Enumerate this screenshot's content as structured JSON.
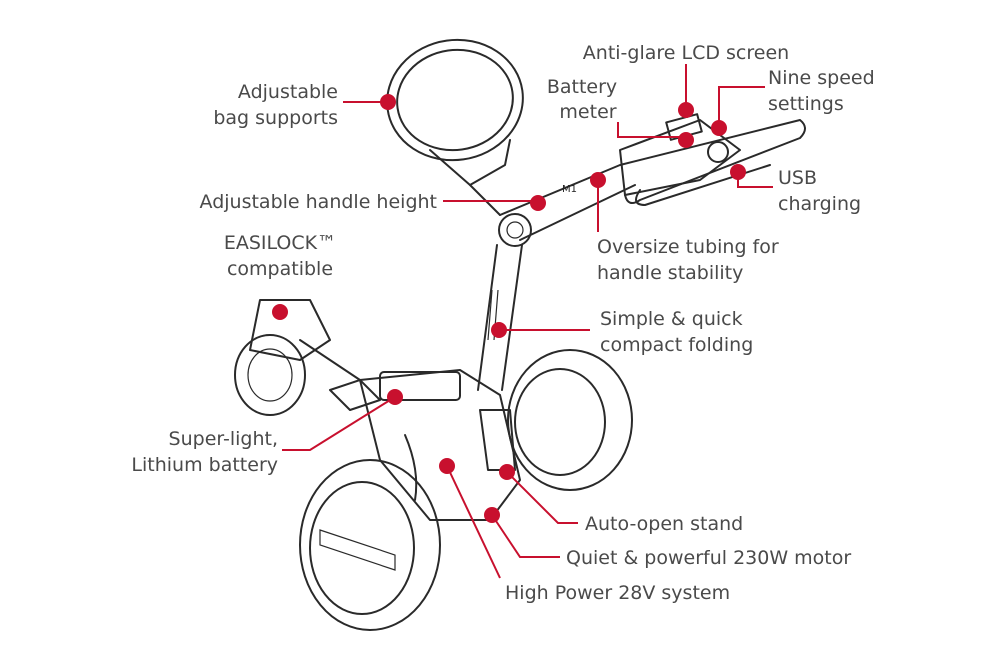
{
  "accent_color": "#c8102e",
  "product_badge": "M1",
  "callouts": {
    "lcd": {
      "lines": [
        "Anti-glare LCD screen"
      ]
    },
    "battery_meter": {
      "lines": [
        "Battery",
        "meter"
      ]
    },
    "speed": {
      "lines": [
        "Nine speed",
        "settings"
      ]
    },
    "usb": {
      "lines": [
        "USB",
        "charging"
      ]
    },
    "tubing": {
      "lines": [
        "Oversize tubing for",
        "handle stability"
      ]
    },
    "folding": {
      "lines": [
        "Simple & quick",
        "compact folding"
      ]
    },
    "handle_height": {
      "lines": [
        "Adjustable handle height"
      ]
    },
    "bag_supports": {
      "lines": [
        "Adjustable",
        "bag supports"
      ]
    },
    "easilock": {
      "lines": [
        "EASILOCK™",
        "compatible"
      ]
    },
    "battery": {
      "lines": [
        "Super-light,",
        "Lithium battery"
      ]
    },
    "power": {
      "lines": [
        "High Power 28V system"
      ]
    },
    "motor": {
      "lines": [
        "Quiet & powerful 230W motor"
      ]
    },
    "stand": {
      "lines": [
        "Auto-open stand"
      ]
    }
  }
}
